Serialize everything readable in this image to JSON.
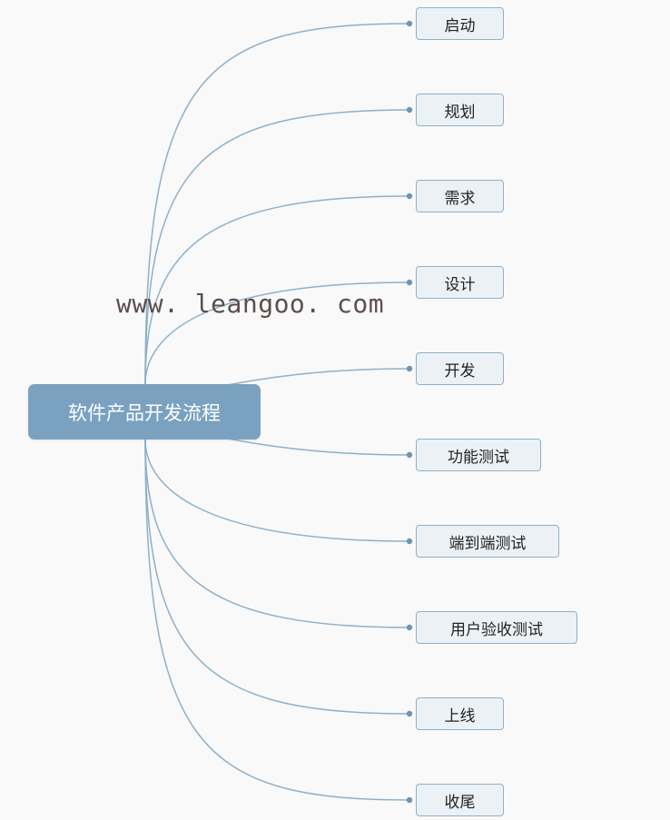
{
  "diagram": {
    "root_label": "软件产品开发流程",
    "watermark": "www. leangoo. com",
    "colors": {
      "root_fill": "#7aa2c0",
      "child_fill": "#ecf1f5",
      "child_border": "#8fb0c8",
      "connector": "#8fb0c8",
      "background": "#f9f9fa"
    },
    "children": [
      {
        "label": "启动"
      },
      {
        "label": "规划"
      },
      {
        "label": "需求"
      },
      {
        "label": "设计"
      },
      {
        "label": "开发"
      },
      {
        "label": "功能测试"
      },
      {
        "label": "端到端测试"
      },
      {
        "label": "用户验收测试"
      },
      {
        "label": "上线"
      },
      {
        "label": "收尾"
      }
    ]
  }
}
